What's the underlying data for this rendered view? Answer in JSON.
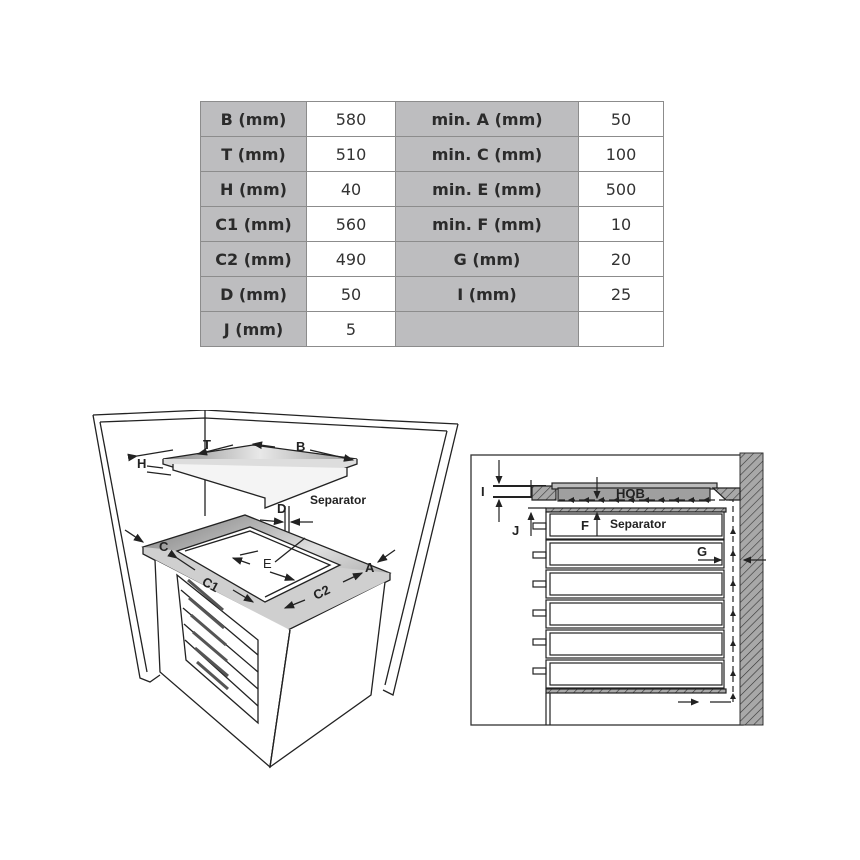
{
  "table": {
    "rows": [
      {
        "label1": "B (mm)",
        "value1": "580",
        "label2": "min. A (mm)",
        "value2": "50"
      },
      {
        "label1": "T (mm)",
        "value1": "510",
        "label2": "min. C (mm)",
        "value2": "100"
      },
      {
        "label1": "H (mm)",
        "value1": "40",
        "label2": "min. E (mm)",
        "value2": "500"
      },
      {
        "label1": "C1 (mm)",
        "value1": "560",
        "label2": "min. F (mm)",
        "value2": "10"
      },
      {
        "label1": "C2 (mm)",
        "value1": "490",
        "label2": "G (mm)",
        "value2": "20"
      },
      {
        "label1": "D (mm)",
        "value1": "50",
        "label2": "I (mm)",
        "value2": "25"
      },
      {
        "label1": "J (mm)",
        "value1": "5",
        "label2": "",
        "value2": ""
      }
    ]
  },
  "left_diagram": {
    "labels": {
      "T": "T",
      "B": "B",
      "H": "H",
      "D": "D",
      "separator": "Separator",
      "C": "C",
      "E": "E",
      "C1": "C1",
      "C2": "C2",
      "A": "A"
    }
  },
  "right_diagram": {
    "labels": {
      "I": "I",
      "J": "J",
      "hob": "HOB",
      "F": "F",
      "separator": "Separator",
      "G": "G"
    }
  },
  "colors": {
    "header_cell": "#bdbdbf",
    "value_cell": "#ffffff",
    "border": "#8c8c8c",
    "line": "#222222",
    "wall_hatch": "#9a9a9a"
  }
}
